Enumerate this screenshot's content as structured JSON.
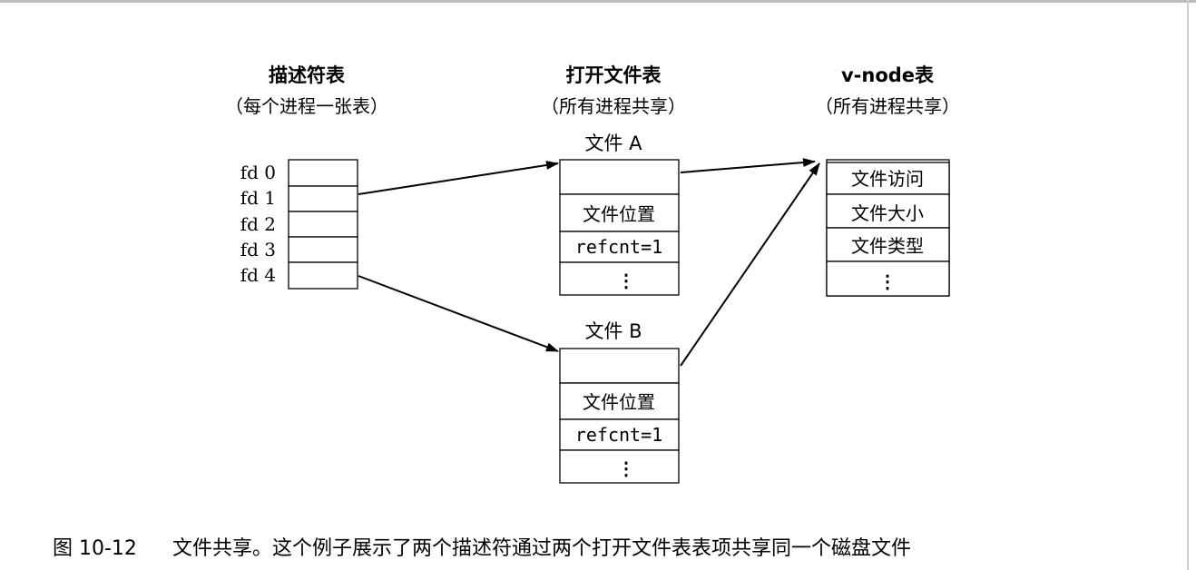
{
  "descriptor_table": {
    "title": "描述符表",
    "subtitle": "（每个进程一张表）",
    "rows": [
      "fd 0",
      "fd 1",
      "fd 2",
      "fd 3",
      "fd 4"
    ]
  },
  "open_file_table": {
    "title": "打开文件表",
    "subtitle": "（所有进程共享）",
    "file_a": {
      "label": "文件 A",
      "position": "文件位置",
      "refcnt": "refcnt=1",
      "more": "⋮"
    },
    "file_b": {
      "label": "文件 B",
      "position": "文件位置",
      "refcnt": "refcnt=1",
      "more": "⋮"
    }
  },
  "vnode_table": {
    "title": "v-node表",
    "subtitle": "（所有进程共享）",
    "rows": [
      "文件访问",
      "文件大小",
      "文件类型"
    ],
    "more": "⋮"
  },
  "caption": {
    "number": "图 10-12",
    "text": "文件共享。这个例子展示了两个描述符通过两个打开文件表表项共享同一个磁盘文件"
  }
}
